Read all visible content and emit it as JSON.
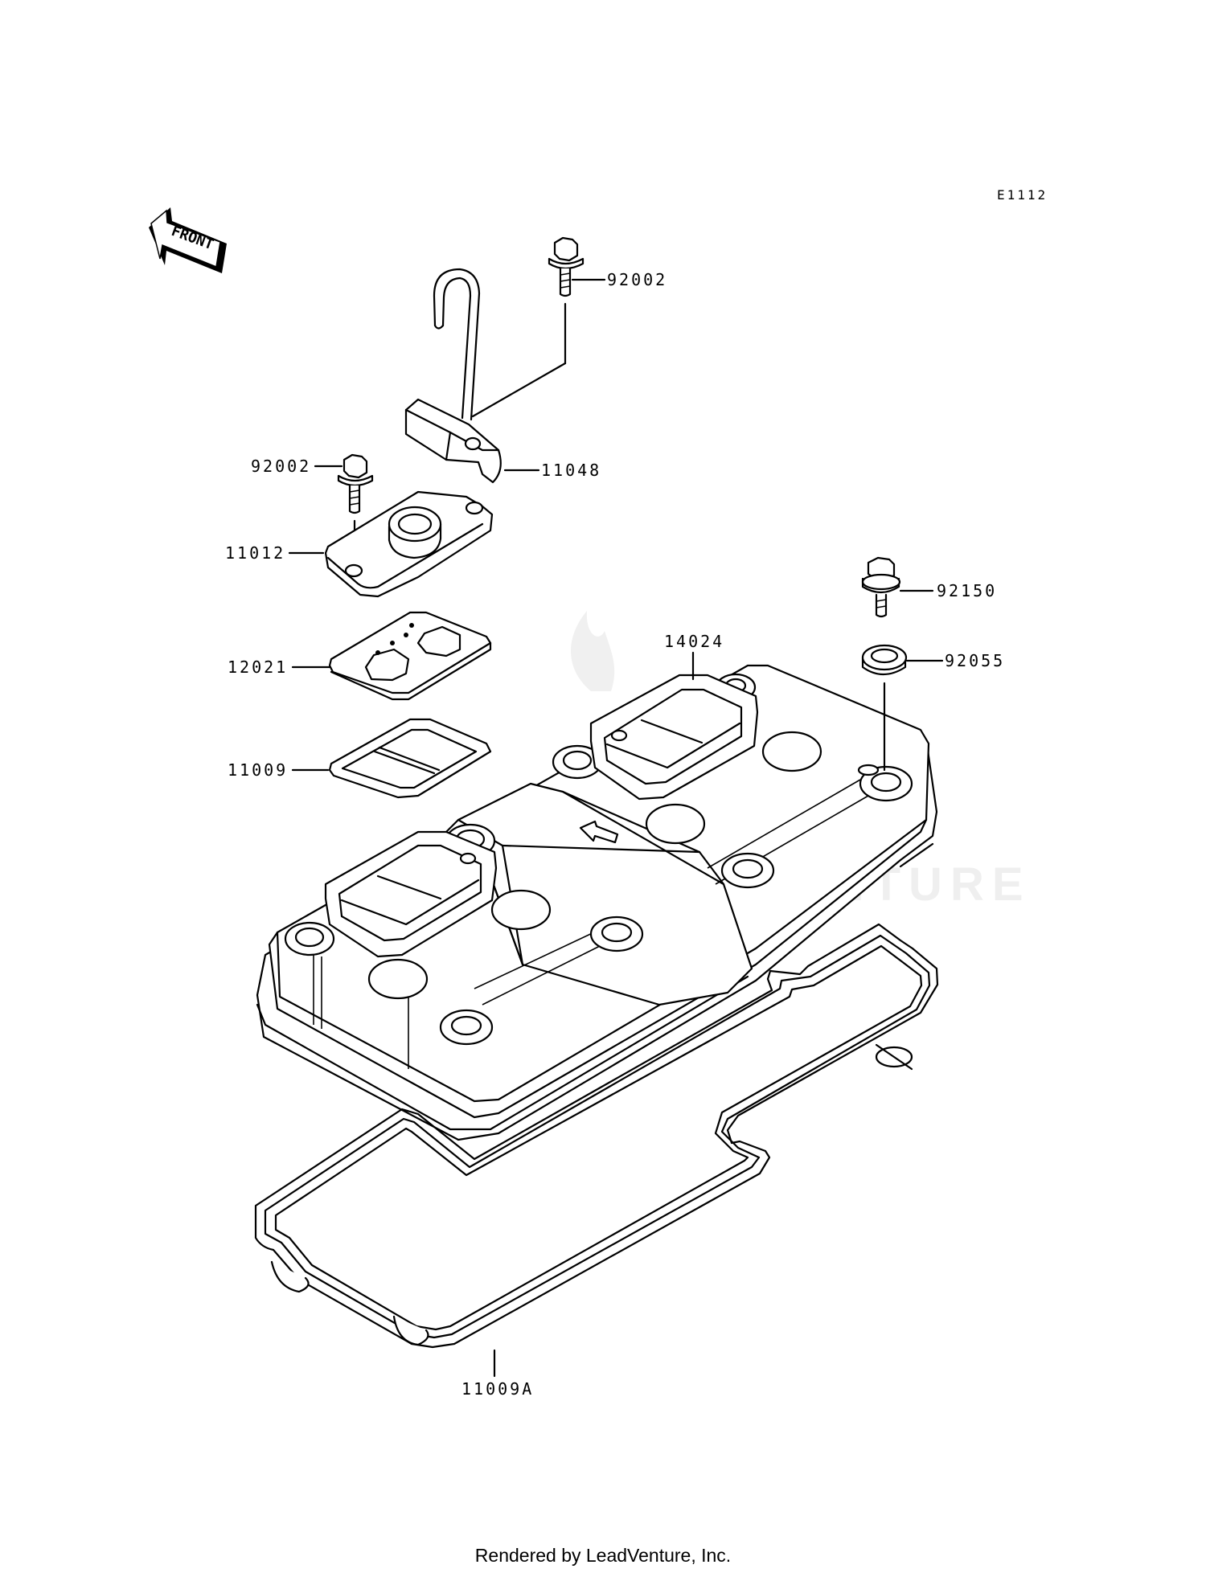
{
  "diagram": {
    "code": "E1112",
    "front_label": "FRONT",
    "watermark": "LEADVENTURE",
    "parts": [
      {
        "id": "p92002a",
        "number": "92002"
      },
      {
        "id": "p11048",
        "number": "11048"
      },
      {
        "id": "p92002b",
        "number": "92002"
      },
      {
        "id": "p11012",
        "number": "11012"
      },
      {
        "id": "p12021",
        "number": "12021"
      },
      {
        "id": "p11009",
        "number": "11009"
      },
      {
        "id": "p14024",
        "number": "14024"
      },
      {
        "id": "p92150",
        "number": "92150"
      },
      {
        "id": "p92055",
        "number": "92055"
      },
      {
        "id": "p11009A",
        "number": "11009A"
      }
    ]
  },
  "footer": {
    "text": "Rendered by LeadVenture, Inc."
  }
}
